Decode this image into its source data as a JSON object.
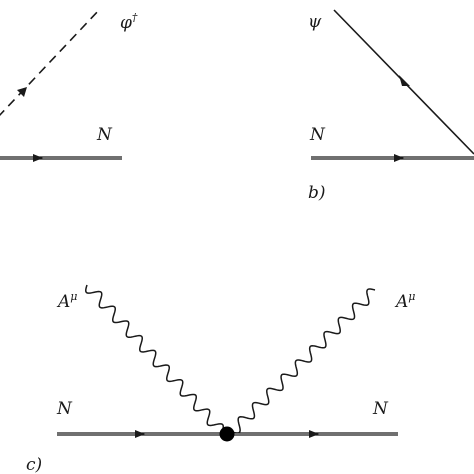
{
  "diagrams": {
    "a": {
      "labels": {
        "phi": "φ",
        "phi_sup": "†",
        "n": "N"
      }
    },
    "b": {
      "labels": {
        "psi": "ψ",
        "n": "N",
        "caption": "b)"
      }
    },
    "c": {
      "labels": {
        "a_left": "A",
        "a_left_sup": "μ",
        "a_right": "A",
        "a_right_sup": "μ",
        "n_left": "N",
        "n_right": "N",
        "caption": "c)"
      }
    }
  }
}
